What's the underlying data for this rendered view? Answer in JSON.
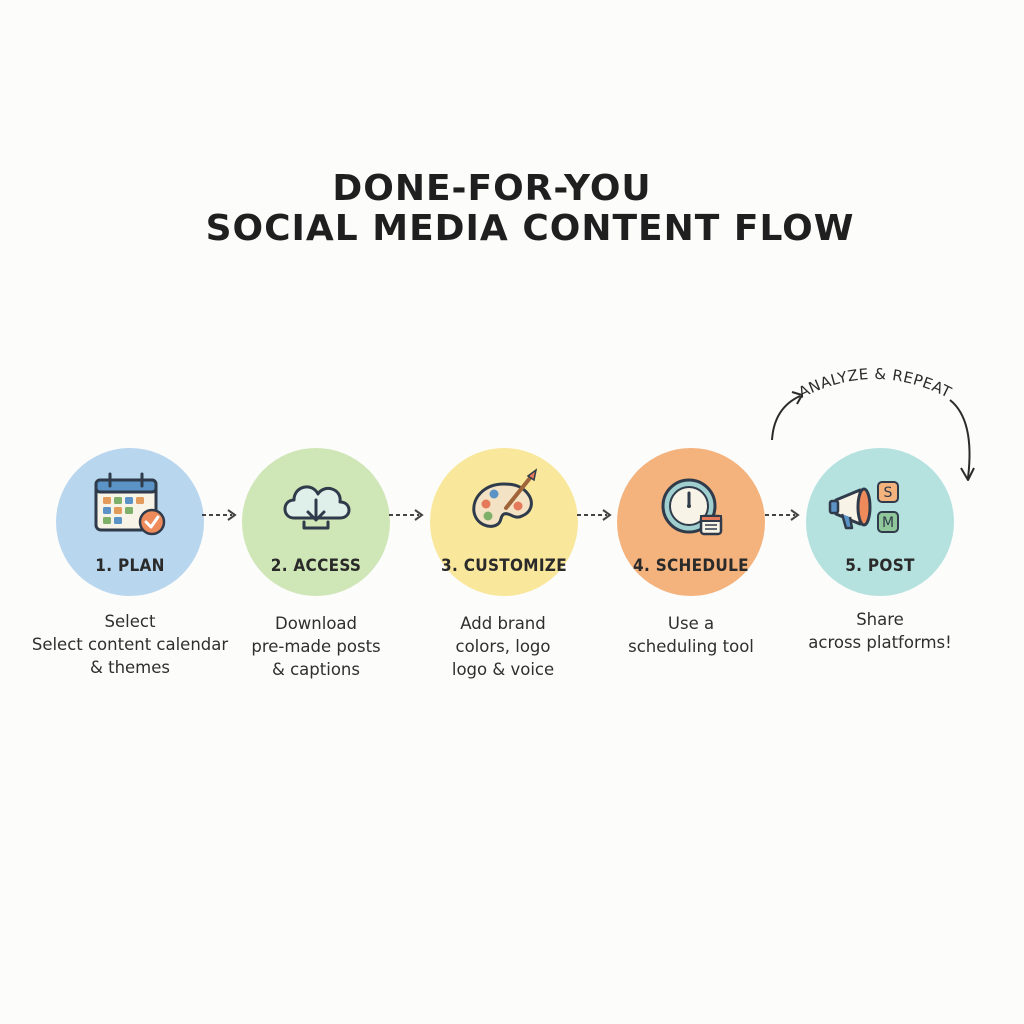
{
  "title": {
    "line1": "DONE-FOR-YOU",
    "line2": "SOCIAL MEDIA CONTENT FLOW"
  },
  "steps": [
    {
      "label": "1. PLAN",
      "color": "#b9d6ef",
      "icon": "calendar-check-icon",
      "desc": [
        "Select",
        "Select content calendar",
        "& themes"
      ]
    },
    {
      "label": "2. ACCESS",
      "color": "#cfe6b6",
      "icon": "cloud-download-icon",
      "desc": [
        "Download",
        "pre-made posts",
        "& captions"
      ]
    },
    {
      "label": "3. CUSTOMIZE",
      "color": "#f9e79c",
      "icon": "paint-palette-icon",
      "desc": [
        "Add brand",
        "colors, logo",
        "logo & voice"
      ]
    },
    {
      "label": "4. SCHEDULE",
      "color": "#f4b27c",
      "icon": "clock-calendar-icon",
      "desc": [
        "Use a",
        "scheduling tool"
      ]
    },
    {
      "label": "5. POST",
      "color": "#b5e2df",
      "icon": "megaphone-icon",
      "desc": [
        "Share",
        "across platforms!"
      ]
    }
  ],
  "loop": {
    "label": "ANALYZE & REPEAT",
    "icon": "curved-arrow-icon"
  },
  "post_badges": [
    "S",
    "M"
  ]
}
